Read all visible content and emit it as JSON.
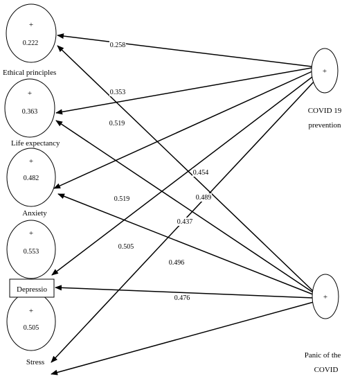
{
  "nodes": {
    "ethical": {
      "symbol": "+",
      "value": "0.222",
      "label": "Ethical principles"
    },
    "life": {
      "symbol": "+",
      "value": "0.363",
      "label": "Life expectancy"
    },
    "anxiety": {
      "symbol": "+",
      "value": "0.482",
      "label": "Anxiety"
    },
    "depression": {
      "symbol": "+",
      "value": "0.553",
      "label": "Depressio"
    },
    "stress": {
      "symbol": "+",
      "value": "0.505",
      "label": "Stress"
    },
    "covid_prevention": {
      "symbol": "+",
      "label_line1": "COVID 19",
      "label_line2": "prevention"
    },
    "panic": {
      "symbol": "+",
      "label_line1": "Panic of the",
      "label_line2": "COVID"
    }
  },
  "edges": [
    {
      "from": "covid_prevention",
      "to": "ethical",
      "coefficient": "0.258"
    },
    {
      "from": "panic",
      "to": "ethical",
      "coefficient": "0.353"
    },
    {
      "from": "covid_prevention",
      "to": "life",
      "coefficient": "0.519"
    },
    {
      "from": "panic",
      "to": "life",
      "coefficient": "0.489"
    },
    {
      "from": "covid_prevention",
      "to": "anxiety",
      "coefficient": "0.454"
    },
    {
      "from": "panic",
      "to": "anxiety",
      "coefficient": "0.496"
    },
    {
      "from": "covid_prevention",
      "to": "depression",
      "coefficient": "0.505"
    },
    {
      "from": "panic",
      "to": "depression",
      "coefficient": "0.476"
    },
    {
      "from": "covid_prevention",
      "to": "stress",
      "coefficient": "0.437"
    },
    {
      "from": "panic",
      "to": "stress",
      "coefficient": "0.519"
    }
  ]
}
